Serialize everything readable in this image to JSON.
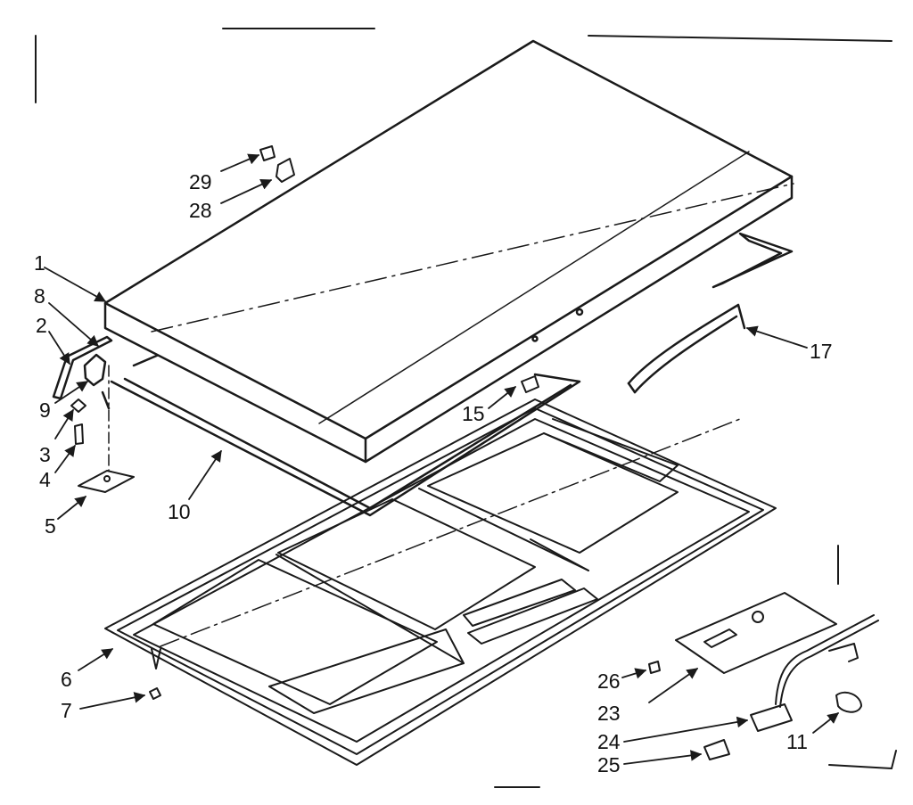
{
  "callouts": {
    "c1": "1",
    "c2": "2",
    "c3": "3",
    "c4": "4",
    "c5": "5",
    "c6": "6",
    "c7": "7",
    "c8": "8",
    "c9": "9",
    "c10": "10",
    "c11": "11",
    "c15": "15",
    "c17": "17",
    "c23": "23",
    "c24": "24",
    "c25": "25",
    "c26": "26",
    "c28": "28",
    "c29": "29"
  }
}
